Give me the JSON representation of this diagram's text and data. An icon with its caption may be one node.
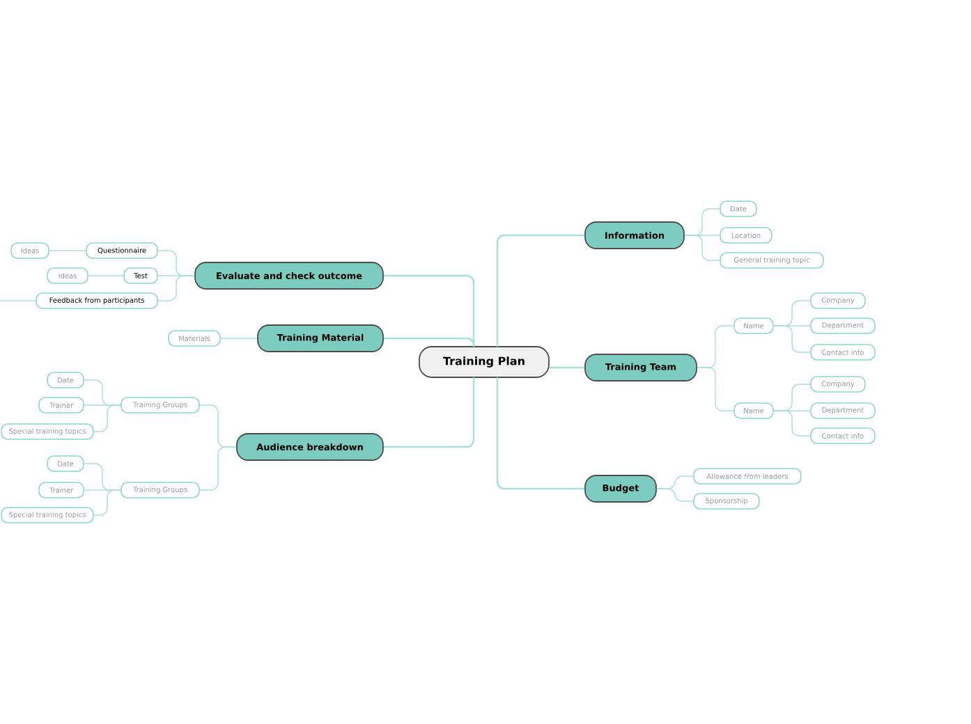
{
  "diagram": {
    "nodes": [
      {
        "text": [
          "Training Plan"
        ]
      },
      {
        "text": [
          "Evaluate and check outcome"
        ]
      },
      {
        "text": [
          "Questionnaire"
        ]
      },
      {
        "text": [
          "Ideas"
        ]
      },
      {
        "text": [
          "Test"
        ]
      },
      {
        "text": [
          "Ideas"
        ]
      },
      {
        "text": [
          "Feedback from participants"
        ]
      },
      {
        "text": [
          "Training Material"
        ]
      },
      {
        "text": [
          "Materials"
        ]
      },
      {
        "text": [
          "Audience breakdown"
        ]
      },
      {
        "text": [
          "Training Groups"
        ]
      },
      {
        "text": [
          "Date"
        ]
      },
      {
        "text": [
          "Trainer"
        ]
      },
      {
        "text": [
          "Special training topics"
        ]
      },
      {
        "text": [
          "Training Groups"
        ]
      },
      {
        "text": [
          "Date"
        ]
      },
      {
        "text": [
          "Trainer"
        ]
      },
      {
        "text": [
          "Special training topics"
        ]
      },
      {
        "text": [
          "Information"
        ]
      },
      {
        "text": [
          "Date"
        ]
      },
      {
        "text": [
          "Location"
        ]
      },
      {
        "text": [
          "General training topic"
        ]
      },
      {
        "text": [
          "Training Team"
        ]
      },
      {
        "text": [
          "Name"
        ]
      },
      {
        "text": [
          "Company"
        ]
      },
      {
        "text": [
          "Department"
        ]
      },
      {
        "text": [
          "Contact info"
        ]
      },
      {
        "text": [
          "Name"
        ]
      },
      {
        "text": [
          "Company"
        ]
      },
      {
        "text": [
          "Department"
        ]
      },
      {
        "text": [
          "Contact info"
        ]
      },
      {
        "text": [
          "Budget"
        ]
      },
      {
        "text": [
          "Allowance from leaders"
        ]
      },
      {
        "text": [
          "Sponsorship"
        ]
      }
    ],
    "edges": [
      {
        "from": 0,
        "to": 1,
        "arrow": "none"
      },
      {
        "from": 1,
        "to": 2,
        "arrow": "none"
      },
      {
        "from": 2,
        "to": 3,
        "arrow": "none"
      },
      {
        "from": 1,
        "to": 4,
        "arrow": "none"
      },
      {
        "from": 4,
        "to": 5,
        "arrow": "none"
      },
      {
        "from": 1,
        "to": 6,
        "arrow": "none"
      },
      {
        "from": 6,
        "to": null,
        "arrow": "none"
      },
      {
        "from": 0,
        "to": 7,
        "arrow": "none"
      },
      {
        "from": 7,
        "to": 8,
        "arrow": "none"
      },
      {
        "from": 0,
        "to": 9,
        "arrow": "none"
      },
      {
        "from": 9,
        "to": 10,
        "arrow": "none"
      },
      {
        "from": 10,
        "to": 11,
        "arrow": "none"
      },
      {
        "from": 10,
        "to": 12,
        "arrow": "none"
      },
      {
        "from": 10,
        "to": 13,
        "arrow": "none"
      },
      {
        "from": 9,
        "to": 14,
        "arrow": "none"
      },
      {
        "from": 14,
        "to": 15,
        "arrow": "none"
      },
      {
        "from": 14,
        "to": 16,
        "arrow": "none"
      },
      {
        "from": 14,
        "to": 17,
        "arrow": "none"
      },
      {
        "from": 0,
        "to": 18,
        "arrow": "none"
      },
      {
        "from": 18,
        "to": 19,
        "arrow": "none"
      },
      {
        "from": 18,
        "to": 20,
        "arrow": "none"
      },
      {
        "from": 18,
        "to": 21,
        "arrow": "none"
      },
      {
        "from": 0,
        "to": 22,
        "arrow": "none"
      },
      {
        "from": 22,
        "to": 23,
        "arrow": "none"
      },
      {
        "from": 23,
        "to": 24,
        "arrow": "none"
      },
      {
        "from": 23,
        "to": 25,
        "arrow": "none"
      },
      {
        "from": 23,
        "to": 26,
        "arrow": "none"
      },
      {
        "from": 22,
        "to": 27,
        "arrow": "none"
      },
      {
        "from": 27,
        "to": 28,
        "arrow": "none"
      },
      {
        "from": 27,
        "to": 29,
        "arrow": "none"
      },
      {
        "from": 27,
        "to": 30,
        "arrow": "none"
      },
      {
        "from": 0,
        "to": 31,
        "arrow": "none"
      },
      {
        "from": 31,
        "to": 32,
        "arrow": "none"
      },
      {
        "from": 31,
        "to": 33,
        "arrow": "none"
      }
    ]
  }
}
